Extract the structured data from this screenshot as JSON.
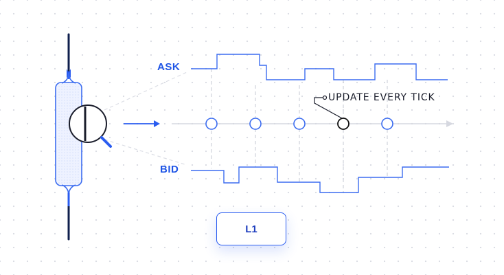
{
  "labels": {
    "ask": "ASK",
    "bid": "BID",
    "annotation": "UPDATE EVERY TICK",
    "level": "L1"
  },
  "colors": {
    "accent": "#1f55e6",
    "ask_line": "#3b6cf0",
    "bid_line": "#3b6cf0",
    "candle_fill": "#e9efff",
    "timeline": "#d6d8e0",
    "guide": "#cfd2da",
    "highlight": "#111111"
  },
  "ticks": {
    "count": 5,
    "highlighted_index": 3
  }
}
